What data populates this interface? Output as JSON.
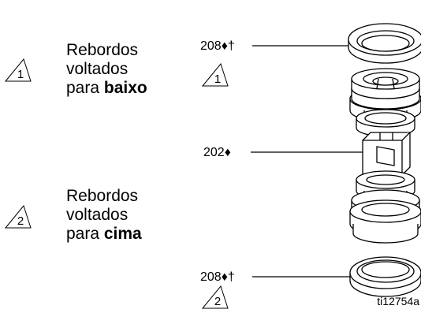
{
  "notes": [
    {
      "marker": "1",
      "line1": "Rebordos",
      "line2": "voltados",
      "line3_prefix": "para ",
      "line3_bold": "baixo"
    },
    {
      "marker": "2",
      "line1": "Rebordos",
      "line2": "voltados",
      "line3_prefix": "para ",
      "line3_bold": "cima"
    }
  ],
  "callouts": [
    {
      "label": "208♦†",
      "marker": "1"
    },
    {
      "label": "202♦"
    },
    {
      "label": "208♦†",
      "marker": "2"
    }
  ],
  "figure_id": "ti12754a"
}
